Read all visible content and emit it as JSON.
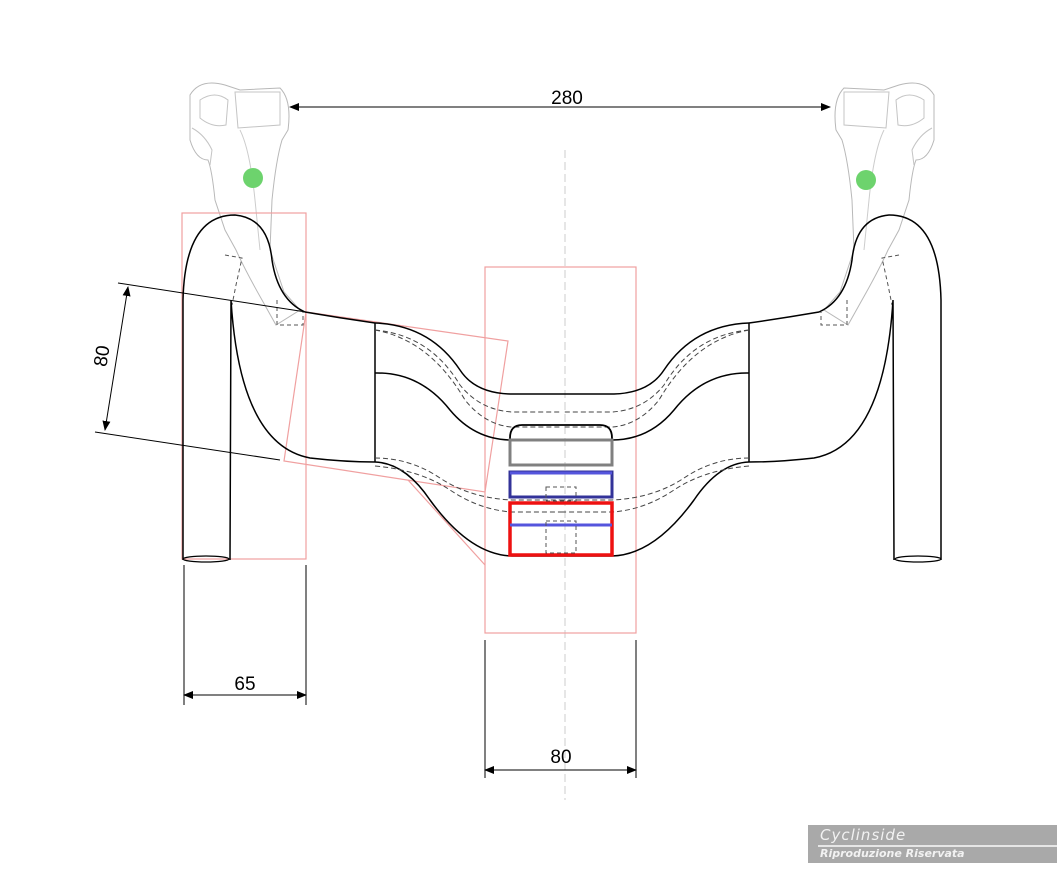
{
  "dimensions": {
    "width_hoods": "280",
    "drop_reach_angle": "80",
    "drop_width": "65",
    "stem_clamp_width": "80"
  },
  "watermark": {
    "brand": "Cyclinside",
    "notice": "Riproduzione Riservata"
  },
  "colors": {
    "outline": "#000000",
    "hood": "#b8b8b8",
    "guide_box": "#f0a0a0",
    "contact_point": "#6dd36d",
    "stem_gray": "#808080",
    "stem_blue": "#5555dd",
    "stem_red": "#ee1111"
  }
}
